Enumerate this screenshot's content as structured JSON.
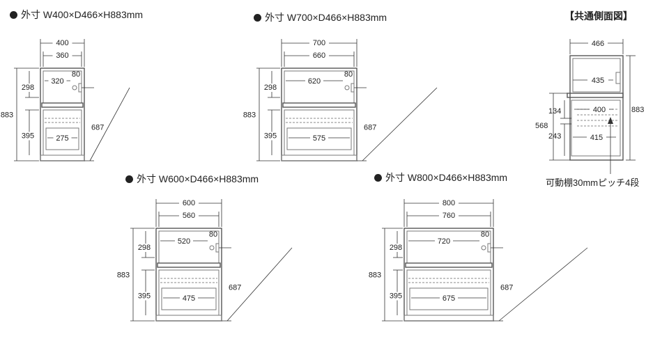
{
  "cabinets": [
    {
      "id": "w400",
      "title": "外寸 W400×D466×H883mm",
      "dims": {
        "outer_width": "400",
        "inner_width": "360",
        "upper_width": "320",
        "lower_width": "275",
        "side_gap": "80",
        "total_height": "883",
        "upper_height": "298",
        "lower_height": "395",
        "right_height": "687"
      }
    },
    {
      "id": "w700",
      "title": "外寸 W700×D466×H883mm",
      "dims": {
        "outer_width": "700",
        "inner_width": "660",
        "upper_width": "620",
        "lower_width": "575",
        "side_gap": "80",
        "total_height": "883",
        "upper_height": "298",
        "lower_height": "395",
        "right_height": "687"
      }
    },
    {
      "id": "w600",
      "title": "外寸 W600×D466×H883mm",
      "dims": {
        "outer_width": "600",
        "inner_width": "560",
        "upper_width": "520",
        "lower_width": "475",
        "side_gap": "80",
        "total_height": "883",
        "upper_height": "298",
        "lower_height": "395",
        "right_height": "687"
      }
    },
    {
      "id": "w800",
      "title": "外寸 W800×D466×H883mm",
      "dims": {
        "outer_width": "800",
        "inner_width": "760",
        "upper_width": "720",
        "lower_width": "675",
        "side_gap": "80",
        "total_height": "883",
        "upper_height": "298",
        "lower_height": "395",
        "right_height": "687"
      }
    }
  ],
  "side_view": {
    "title": "【共通側面図】",
    "depth": "466",
    "upper_depth": "435",
    "shelf_depth": "400",
    "lower_depth": "415",
    "total_height": "883",
    "lower_total": "568",
    "shelf_top": "134",
    "shelf_bottom": "243",
    "note": "可動棚30mmピッチ4段"
  }
}
